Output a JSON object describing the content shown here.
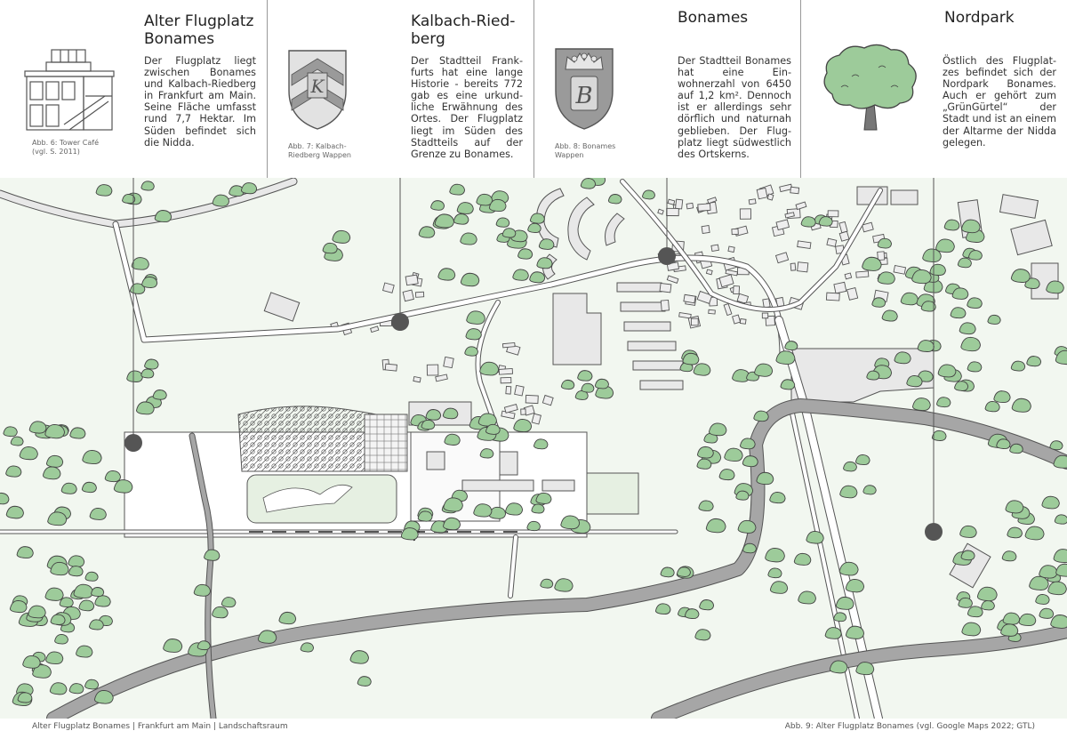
{
  "panels": [
    {
      "title": "Alter Flugplatz\nBonames",
      "text": "Der Flugplatz liegt zwischen Bonames und Kalbach-Ried­berg in Frankfurt am Main. Seine Fläche umfasst rund 7,7 Hektar. Im Süden befindet sich die Nidda.",
      "caption": "Abb. 6: Tower Café\n(vgl. S. 2011)",
      "icon": "tower-cafe-icon"
    },
    {
      "title": "Kalbach-Ried-\nberg",
      "text": "Der Stadtteil Frank­furts hat eine lange Historie - bereits 772 gab es eine urkund­liche Erwähnung des Ortes. Der Flug­platz liegt im Süden des Stadtteils auf der Grenze zu Bo­names.",
      "caption": "Abb. 7: Kalbach-\nRiedberg Wappen",
      "icon": "kalbach-coat-of-arms-icon",
      "emblem_letter": "K"
    },
    {
      "title": "Bonames",
      "text": "Der Stadtteil Bona­mes hat eine Ein­wohnerzahl von 6450 auf 1,2 km². Dennoch ist er aller­dings sehr dörflich und naturnah ge­blieben. Der Flug­platz liegt südwest­lich des Ortskerns.",
      "caption": "Abb. 8: Bonames\nWappen",
      "icon": "bonames-coat-of-arms-icon",
      "emblem_letter": "B"
    },
    {
      "title": "Nordpark",
      "text": "Östlich des Flugplat­zes befindet sich der Nordpark Bonames. Auch er gehört zum „GrünGürtel“ der Stadt und ist an einem der Altarme der Nidda gelegen.",
      "caption": "",
      "icon": "tree-icon"
    }
  ],
  "footer": {
    "left": "Alter Flugplatz Bonames  |  Frankfurt am Main  |  Landschaftsraum",
    "right": "Abb. 9: Alter Flugplatz Bonames (vgl. Google Maps 2022; GTL)"
  },
  "colors": {
    "tree_fill": "#9dcb9a",
    "tree_stroke": "#444444",
    "road_fill": "#a6a6a6",
    "building_fill": "#e8e8e8",
    "background": "#f2f7f0",
    "marker": "#555555"
  }
}
